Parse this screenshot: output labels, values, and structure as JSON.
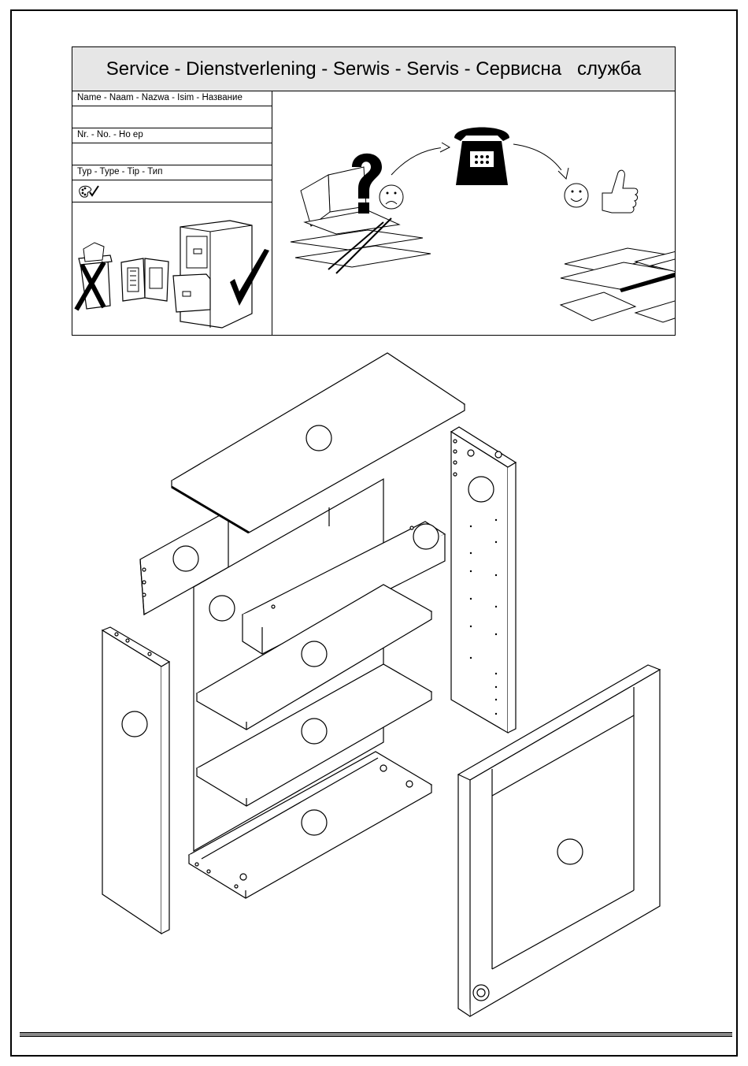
{
  "service": {
    "title": "Service - Dienstverlening - Serwis - Servis - Сервисна   служба",
    "fields": {
      "name_label": "Name - Naam - Nazwa - Isim - Название",
      "number_label": "Nr. - No. - Ho   ep",
      "type_label": "Typ - Type - Tip - Тип"
    },
    "icons": [
      "palette-check-icon",
      "trash-crossed-icon",
      "manual-icon",
      "file-cabinet-icon",
      "checkmark-icon",
      "question-mark-icon",
      "sad-face-icon",
      "telephone-icon",
      "happy-face-icon",
      "thumbs-up-icon",
      "arrow-icon"
    ]
  },
  "drawing": {
    "subject": "exploded cabinet assembly",
    "parts": [
      "top-panel",
      "back-rail",
      "back-panel",
      "front-rail",
      "shelf-upper",
      "shelf-lower",
      "bottom-panel",
      "left-side-panel",
      "right-side-panel",
      "door"
    ]
  },
  "colors": {
    "line": "#000000",
    "header_bg": "#e6e6e6",
    "bar": "#8a8a8a"
  }
}
